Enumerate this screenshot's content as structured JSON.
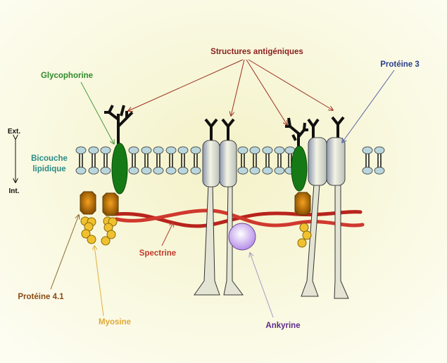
{
  "labels": {
    "antigenic_structures": "Structures antigéniques",
    "band3": "Protéine 3",
    "glycophorin": "Glycophorine",
    "ext": "Ext.",
    "int": "Int.",
    "bilayer_line1": "Bicouche",
    "bilayer_line2": "lipidique",
    "spectrin": "Spectrine",
    "protein41": "Protéine 4.1",
    "myosin": "Myosine",
    "ankyrin": "Ankyrine"
  },
  "colors": {
    "antigenic_structures": "#8b1e1e",
    "band3": "#2b3f8c",
    "glycophorin": "#2f8a2a",
    "bilayer": "#2a8a86",
    "spectrin": "#c0392b",
    "protein41": "#8b4a14",
    "myosin": "#e0a838",
    "ankyrin": "#5b2a8a"
  }
}
